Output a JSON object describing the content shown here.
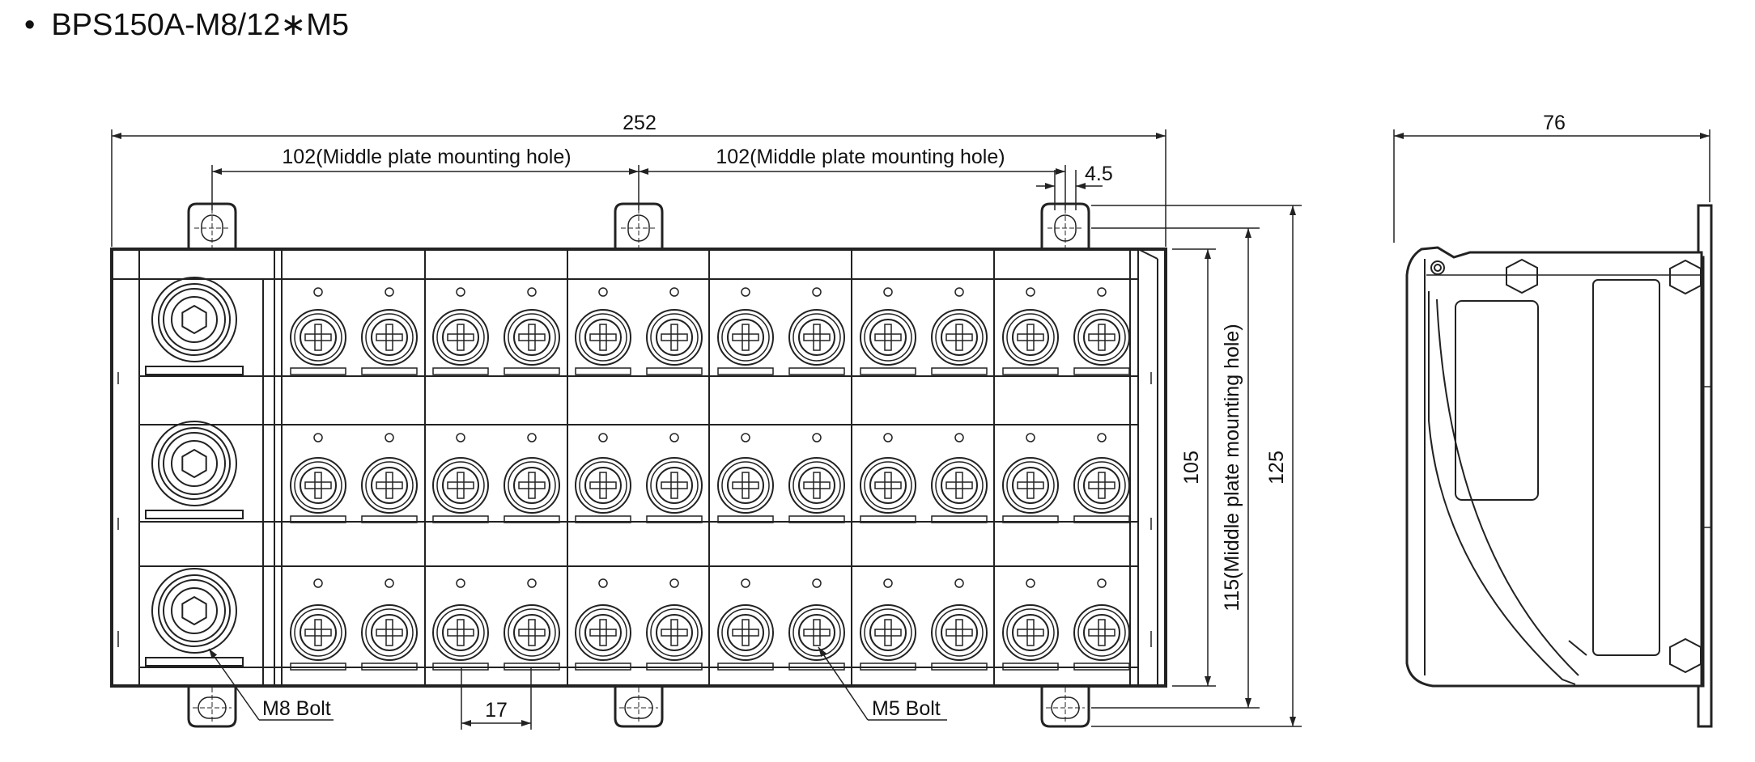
{
  "title": {
    "bullet": "•",
    "text": "BPS150A-M8/12∗M5"
  },
  "front_view": {
    "overall_width": "252",
    "mounting_hole_left": "102(Middle plate mounting hole)",
    "mounting_hole_right": "102(Middle plate mounting hole)",
    "tab_width": "4.5",
    "height_body": "105",
    "height_mounting": "115(Middle plate mounting hole)",
    "height_overall": "125",
    "pitch": "17",
    "m8_label": "M8 Bolt",
    "m5_label": "M5 Bolt"
  },
  "side_view": {
    "depth": "76"
  }
}
